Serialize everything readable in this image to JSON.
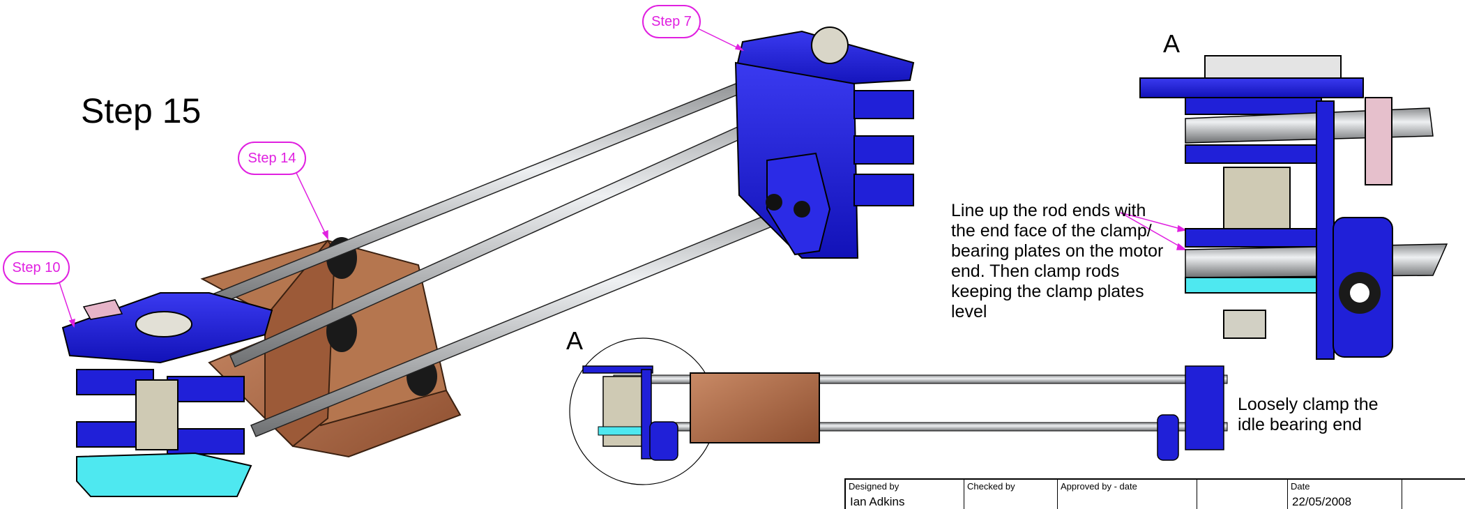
{
  "title": "Step 15",
  "callouts": {
    "step7": "Step 7",
    "step14": "Step 14",
    "step10": "Step 10"
  },
  "views": {
    "detail_top": "A",
    "detail_bottom": "A"
  },
  "notes": {
    "lineup": "Line up the rod ends with the end face of the clamp/ bearing plates on the motor end. Then clamp rods keeping the clamp plates level",
    "loose": "Loosely clamp the idle bearing end"
  },
  "titleblock": {
    "designed_by_label": "Designed by",
    "designed_by_value": "Ian Adkins",
    "checked_by_label": "Checked by",
    "approved_by_label": "Approved by - date",
    "date_label": "Date",
    "date_value": "22/05/2008"
  },
  "colors": {
    "plate_blue": "#1a1adc",
    "bracket_copper": "#b06a45",
    "rod_silver": "#c4c6c8",
    "callout_magenta": "#e020e0",
    "accent_cyan": "#4ee8f0"
  }
}
